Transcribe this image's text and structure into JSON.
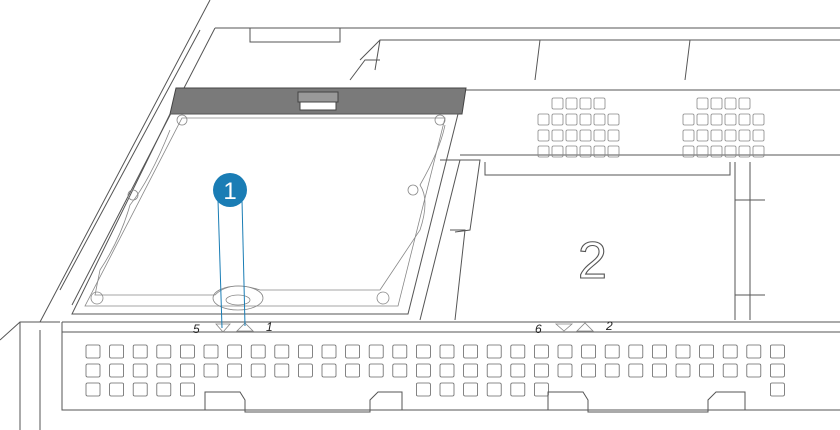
{
  "diagram": {
    "callout": {
      "number": "1",
      "color": "#1a7db5"
    },
    "bay_label": "2",
    "slot_labels": {
      "left_down": "5",
      "left_up": "1",
      "right_down": "6",
      "right_up": "2"
    },
    "drive_bar_color": "#7a7a7a"
  }
}
